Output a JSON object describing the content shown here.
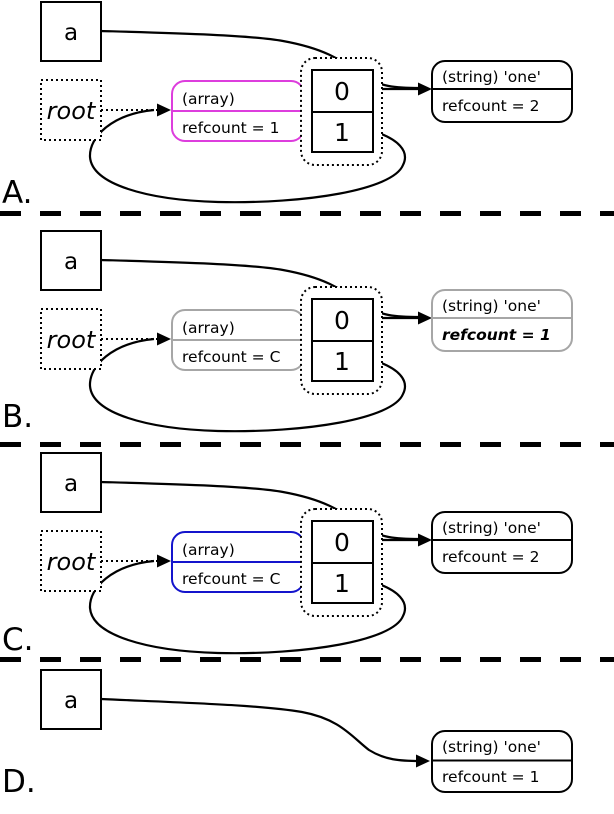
{
  "figure": {
    "description_labels": [
      "A.",
      "B.",
      "C.",
      "D."
    ],
    "colors": {
      "array_highlight_a": "#dd3ddd",
      "array_gray_b": "#a6a6a6",
      "array_highlight_c": "#1414cc",
      "string_gray_b": "#a6a6a6",
      "string_refcount_gray_b": "#8c8c8c",
      "black": "#000000"
    }
  },
  "panels": [
    {
      "label": "A.",
      "var_name": "a",
      "root_name": "root",
      "array_type": "(array)",
      "array_refcount": "refcount = 1",
      "array_color": "#dd3ddd",
      "cell0": "0",
      "cell1": "1",
      "string_type": "(string) 'one'",
      "string_refcount": "refcount = 2",
      "string_color": "#000000",
      "string_refcount_color": "#000000"
    },
    {
      "label": "B.",
      "var_name": "a",
      "root_name": "root",
      "array_type": "(array)",
      "array_refcount": "refcount = C",
      "array_color": "#a6a6a6",
      "cell0": "0",
      "cell1": "1",
      "string_type": "(string) 'one'",
      "string_refcount": "refcount = 1",
      "string_color": "#a6a6a6",
      "string_refcount_color": "#8c8c8c"
    },
    {
      "label": "C.",
      "var_name": "a",
      "root_name": "root",
      "array_type": "(array)",
      "array_refcount": "refcount = C",
      "array_color": "#1414cc",
      "cell0": "0",
      "cell1": "1",
      "string_type": "(string) 'one'",
      "string_refcount": "refcount = 2",
      "string_color": "#000000",
      "string_refcount_color": "#000000"
    },
    {
      "label": "D.",
      "var_name": "a",
      "string_type": "(string) 'one'",
      "string_refcount": "refcount = 1",
      "string_color": "#000000",
      "string_refcount_color": "#000000"
    }
  ]
}
